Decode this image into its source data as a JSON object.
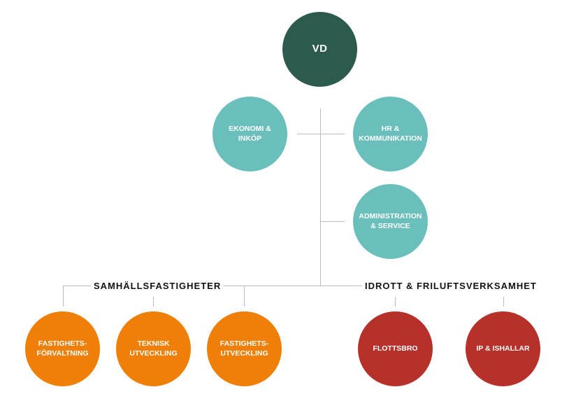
{
  "colors": {
    "vd": "#2d5a4e",
    "staff": "#6abfbd",
    "samhall": "#ef7f06",
    "idrott": "#b8302a",
    "line": "#bbbbbb"
  },
  "vd": {
    "label": "VD"
  },
  "staff": [
    {
      "label": "EKONOMI &\nINKÖP"
    },
    {
      "label": "HR &\nKOMMUNIKATION"
    },
    {
      "label": "ADMINISTRATION\n& SERVICE"
    }
  ],
  "groups": [
    {
      "heading": "SAMHÄLLSFASTIGHETER",
      "units": [
        {
          "label": "FASTIGHETS-\nFÖRVALTNING"
        },
        {
          "label": "TEKNISK\nUTVECKLING"
        },
        {
          "label": "FASTIGHETS-\nUTVECKLING"
        }
      ]
    },
    {
      "heading": "IDROTT & FRILUFTSVERKSAMHET",
      "units": [
        {
          "label": "FLOTTSBRO"
        },
        {
          "label": "IP & ISHALLAR"
        }
      ]
    }
  ]
}
